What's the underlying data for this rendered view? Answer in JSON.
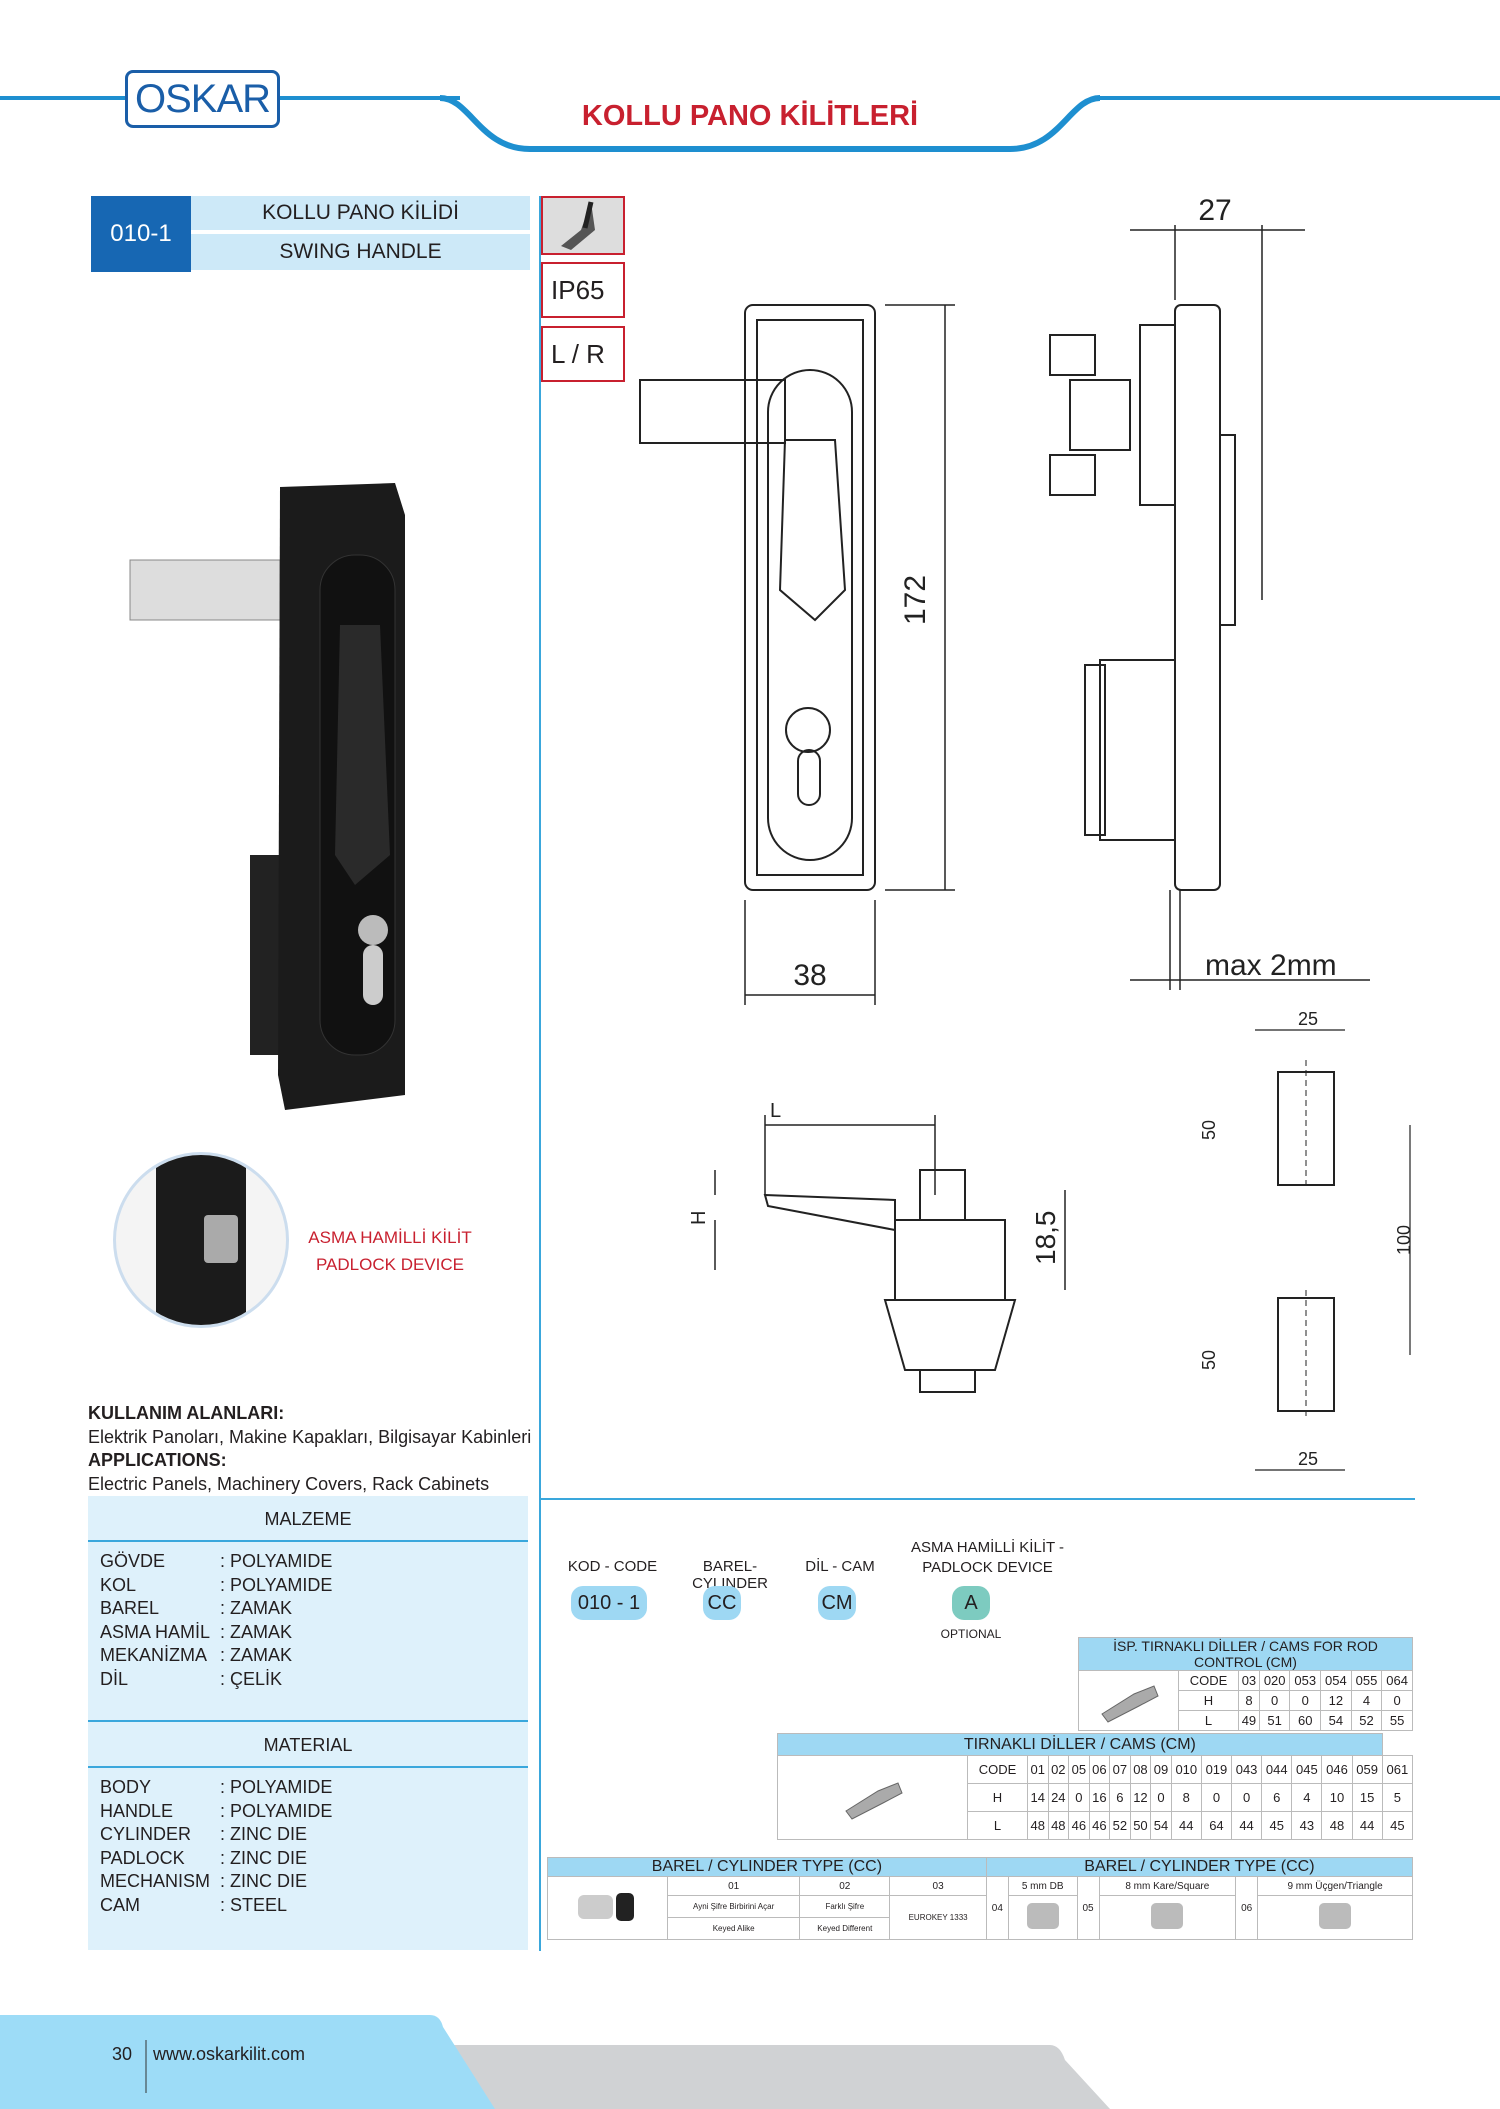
{
  "header": {
    "logo": "OSKAR",
    "title": "KOLLU PANO KİLİTLERİ"
  },
  "product": {
    "code": "010-1",
    "name_tr": "KOLLU PANO KİLİDİ",
    "name_en": "SWING HANDLE",
    "badges": [
      "IP65",
      "L / R"
    ]
  },
  "padlock": {
    "tr": "ASMA HAMİLLİ KİLİT",
    "en": "PADLOCK DEVICE"
  },
  "usage": {
    "title_tr": "KULLANIM ALANLARI:",
    "text_tr": "Elektrik Panoları, Makine Kapakları, Bilgisayar Kabinleri",
    "title_en": "APPLICATIONS:",
    "text_en": "Electric Panels, Machinery Covers, Rack Cabinets"
  },
  "material_tr": {
    "title": "MALZEME",
    "rows": [
      [
        "GÖVDE",
        ": POLYAMIDE"
      ],
      [
        "KOL",
        ": POLYAMIDE"
      ],
      [
        "BAREL",
        ": ZAMAK"
      ],
      [
        "ASMA HAMİL",
        ": ZAMAK"
      ],
      [
        "MEKANİZMA",
        ": ZAMAK"
      ],
      [
        "DİL",
        ": ÇELİK"
      ]
    ]
  },
  "material_en": {
    "title": "MATERIAL",
    "rows": [
      [
        "BODY",
        ": POLYAMIDE"
      ],
      [
        "HANDLE",
        ": POLYAMIDE"
      ],
      [
        "CYLINDER",
        ": ZINC DIE"
      ],
      [
        "PADLOCK",
        ": ZINC DIE"
      ],
      [
        "MECHANISM",
        ": ZINC DIE"
      ],
      [
        "CAM",
        ": STEEL"
      ]
    ]
  },
  "dims": {
    "width": "38",
    "height": "172",
    "depth": "27",
    "max": "max 2mm",
    "L": "L",
    "H": "H",
    "d185": "18,5",
    "c25a": "25",
    "c50a": "50",
    "c100": "100",
    "c50b": "50",
    "c25b": "25"
  },
  "ordering": {
    "labels": [
      "KOD - CODE",
      "BAREL-CYLINDER",
      "DİL - CAM",
      "ASMA HAMİLLİ KİLİT -",
      "PADLOCK DEVICE"
    ],
    "values": [
      "010 - 1",
      "CC",
      "CM",
      "A"
    ],
    "optional": "OPTIONAL",
    "accent": "#7dcbc0"
  },
  "rod_cams": {
    "title": "İSP. TIRNAKLI DİLLER / CAMS FOR ROD CONTROL (CM)",
    "rows": [
      [
        "CODE",
        "03",
        "020",
        "053",
        "054",
        "055",
        "064"
      ],
      [
        "H",
        "8",
        "0",
        "0",
        "12",
        "4",
        "0"
      ],
      [
        "L",
        "49",
        "51",
        "60",
        "54",
        "52",
        "55"
      ]
    ]
  },
  "cams": {
    "title": "TIRNAKLI DİLLER / CAMS (CM)",
    "rows": [
      [
        "CODE",
        "01",
        "02",
        "05",
        "06",
        "07",
        "08",
        "09",
        "010",
        "019",
        "043",
        "044",
        "045",
        "046",
        "059",
        "061"
      ],
      [
        "H",
        "14",
        "24",
        "0",
        "16",
        "6",
        "12",
        "0",
        "8",
        "0",
        "0",
        "6",
        "4",
        "10",
        "15",
        "5"
      ],
      [
        "L",
        "48",
        "48",
        "46",
        "46",
        "52",
        "50",
        "54",
        "44",
        "64",
        "44",
        "45",
        "43",
        "48",
        "44",
        "45"
      ]
    ]
  },
  "barrel": {
    "title": "BAREL / CYLINDER TYPE (CC)",
    "c01": "01",
    "c02": "02",
    "c03": "03",
    "alike_tr": "Ayni Şifre Birbirini Açar",
    "diff_tr": "Farklı Şifre",
    "alike_en": "Keyed Alike",
    "diff_en": "Keyed Different",
    "eurokey": "EUROKEY 1333",
    "c04": "04",
    "c05": "05",
    "c06": "06",
    "t04": "5 mm DB",
    "t05": "8 mm Kare/Square",
    "t06": "9 mm Üçgen/Triangle"
  },
  "footer": {
    "page": "30",
    "url": "www.oskarkilit.com"
  }
}
